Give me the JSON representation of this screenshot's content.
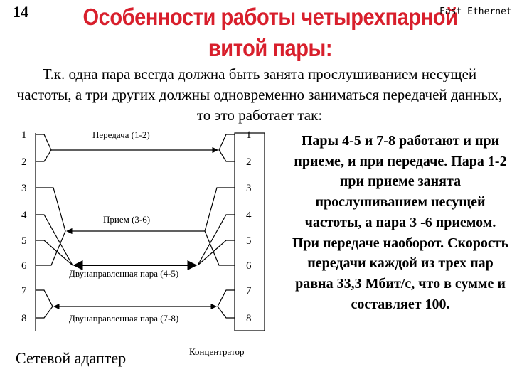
{
  "slide": {
    "number": "14",
    "title": "Особенности работы четырехпарной витой пары:",
    "tag": "Fast Ethernet",
    "intro": "Т.к. одна пара всегда должна быть занята прослушиванием несущей частоты, а три других должны одновременно заниматься передачей данных, то это работает так:",
    "side_text": "Пары 4-5 и 7-8 работают и при приеме, и при передаче. Пара 1-2 при приеме занята прослушиванием несущей частоты, а пара 3 -6 приемом. При передаче наоборот. Скорость передачи каждой из трех пар равна 33,3 Мбит/с, что в сумме и составляет 100."
  },
  "diagram": {
    "left_pins": [
      "1",
      "2",
      "3",
      "4",
      "5",
      "6",
      "7",
      "8"
    ],
    "right_pins": [
      "1",
      "2",
      "3",
      "4",
      "5",
      "6",
      "7",
      "8"
    ],
    "labels": {
      "tx": "Передача (1-2)",
      "rx": "Прием (3-6)",
      "bidi_a": "Двунаправленная пара (4-5)",
      "bidi_b": "Двунаправленная пара (7-8)"
    },
    "left_device": "Сетевой адаптер",
    "right_device": "Концентратор"
  },
  "colors": {
    "title": "#d81f2c"
  }
}
